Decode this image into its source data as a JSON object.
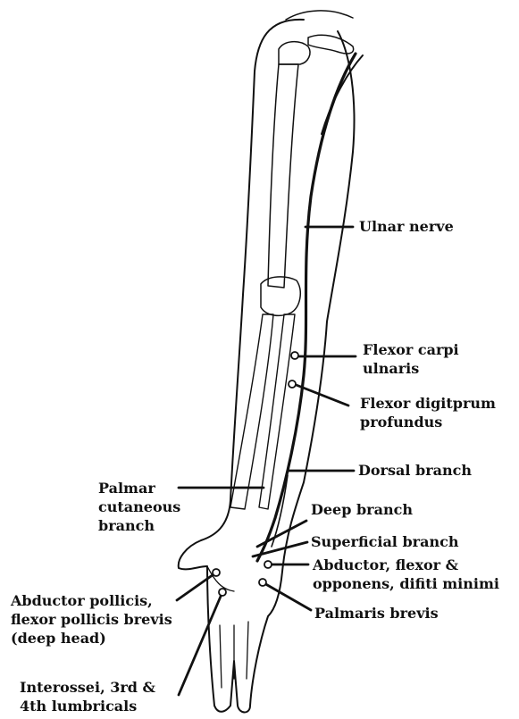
{
  "labels": {
    "ulnar_nerve": "Ulnar nerve",
    "flexor_carpi_ulnaris": "Flexor carpi\nulnaris",
    "flexor_digitorum_profundus": "Flexor digitprum\nprofundus",
    "dorsal_branch": "Dorsal branch",
    "palmar_cutaneous_branch": "Palmar\ncutaneous\nbranch",
    "deep_branch": "Deep branch",
    "superficial_branch": "Superficial branch",
    "abductor_flexor_opponens": "Abductor, flexor &\nopponens, difiti minimi",
    "palmaris_brevis": "Palmaris brevis",
    "abductor_pollicis": "Abductor pollicis,\nflexor pollicis brevis\n(deep head)",
    "interossei": "Interossei, 3rd &\n4th lumbricals"
  },
  "colors": {
    "ink": "#111111",
    "background": "#ffffff"
  }
}
